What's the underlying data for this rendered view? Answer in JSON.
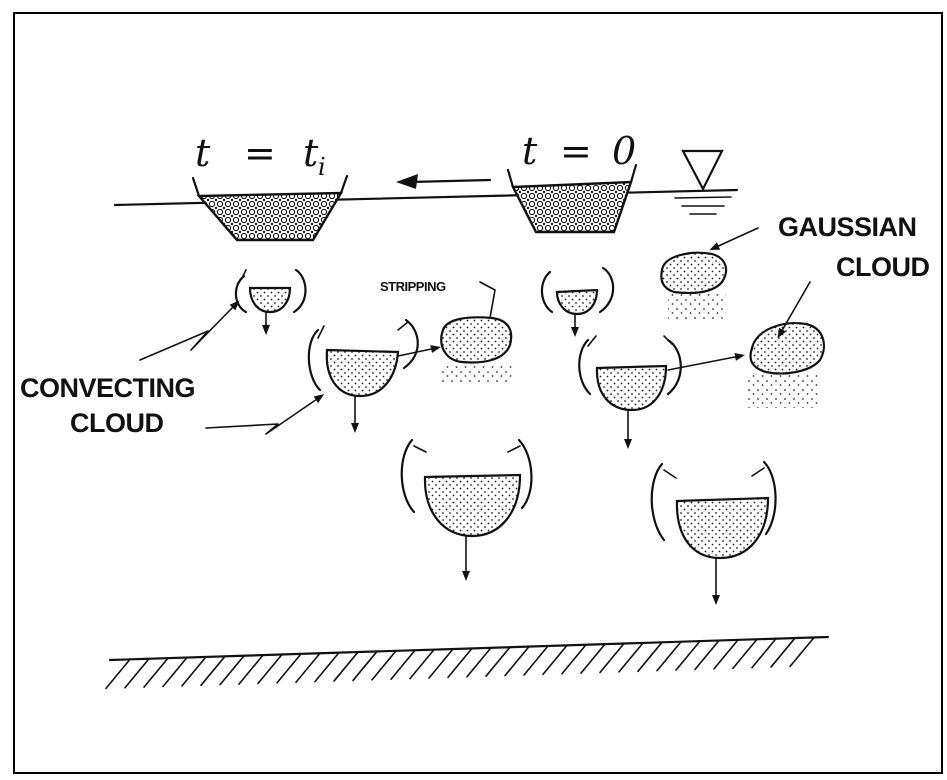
{
  "labels": {
    "time_initial_t": "t",
    "time_initial_eq": "=",
    "time_initial_ti": "t",
    "time_initial_sub": "i",
    "time_zero_t": "t",
    "time_zero_eq": "=",
    "time_zero_val": "0",
    "stripping": "STRIPPING",
    "gaussian_line1": "GAUSSIAN",
    "gaussian_line2": "CLOUD",
    "convecting_line1": "CONVECTING",
    "convecting_line2": "CLOUD"
  },
  "icons": [
    "water-surface-triangle-icon",
    "motion-arrow-icon",
    "seabed-hatching-icon"
  ]
}
